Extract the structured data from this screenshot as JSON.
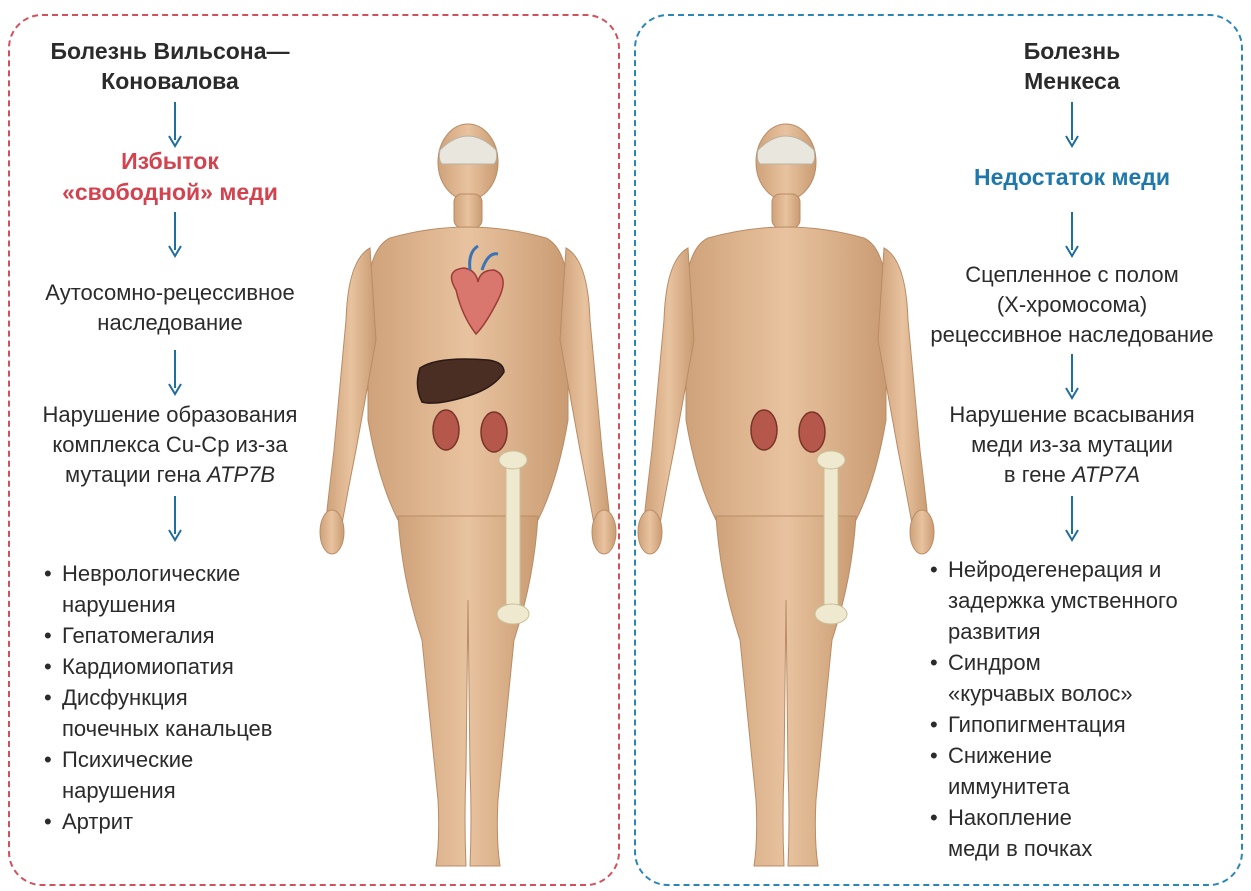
{
  "colors": {
    "wilson_border": "#d2505c",
    "menkes_border": "#2a86b8",
    "excess_text": "#d2424f",
    "deficiency_text": "#1f78ab",
    "arrow": "#1f6e9c",
    "skin": "#e2b993"
  },
  "wilson": {
    "title": [
      "Болезнь Вильсона—",
      "Коновалова"
    ],
    "cause": [
      "Избыток",
      "«свободной» меди"
    ],
    "inheritance": [
      "Аутосомно-рецессивное",
      "наследование"
    ],
    "mechanism": {
      "line1": "Нарушение образования",
      "line2": "комплекса Cu-Cp из-за",
      "line3_prefix": "мутации гена ",
      "gene": "ATP7B"
    },
    "symptoms": [
      [
        "Неврологические",
        "нарушения"
      ],
      [
        "Гепатомегалия"
      ],
      [
        "Кардиомиопатия"
      ],
      [
        "Дисфункция",
        "почечных канальцев"
      ],
      [
        "Психические",
        "нарушения"
      ],
      [
        "Артрит"
      ]
    ]
  },
  "menkes": {
    "title": [
      "Болезнь",
      "Менкеса"
    ],
    "cause": [
      "Недостаток меди"
    ],
    "inheritance": [
      "Сцепленное с полом",
      "(X-хромосома)",
      "рецессивное наследование"
    ],
    "mechanism": {
      "line1": "Нарушение всасывания",
      "line2": "меди из-за мутации",
      "line3_prefix": "в гене ",
      "gene": "ATP7A"
    },
    "symptoms": [
      [
        "Нейродегенерация и",
        "задержка умственного",
        "развития"
      ],
      [
        "Синдром",
        "«курчавых волос»"
      ],
      [
        "Гипопигментация"
      ],
      [
        "Снижение",
        "иммунитета"
      ],
      [
        "Накопление",
        "меди в почках"
      ]
    ]
  }
}
